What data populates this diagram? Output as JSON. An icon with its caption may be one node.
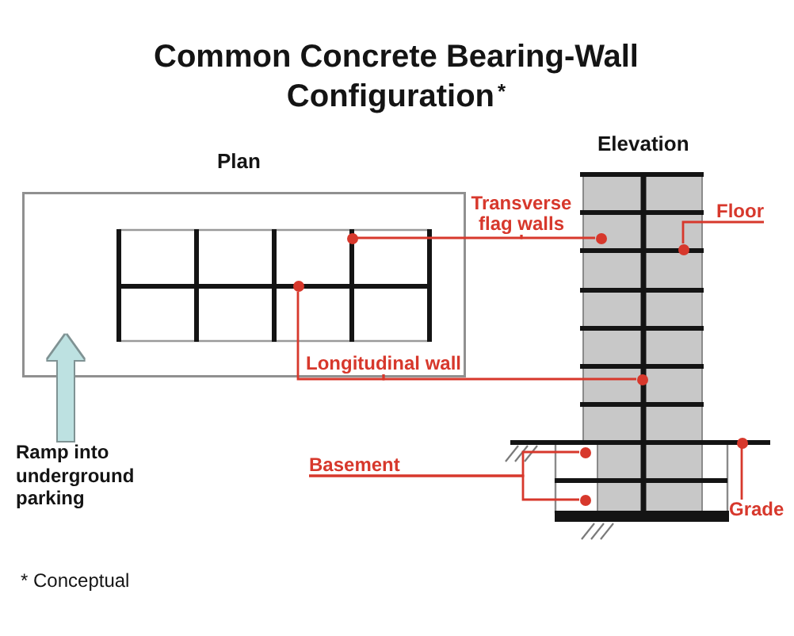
{
  "diagram": {
    "title": "Common Concrete Bearing-Wall Configuration$^{*}$",
    "nodes": [
      {
        "text": [
          "Plan"
        ]
      },
      {
        "text": [],
        "shape": "circle",
        "in": 0
      },
      {
        "text": [],
        "shape": "circle",
        "in": 0
      },
      {
        "text": [
          "Longitudinal wall"
        ],
        "in": 0
      },
      {
        "text": [
          "Transverse flag walls"
        ]
      },
      {
        "text": [
          "Floor"
        ]
      },
      {
        "text": [],
        "shape": "circle"
      },
      {
        "text": [],
        "shape": "circle"
      },
      {
        "text": [],
        "shape": "circle"
      },
      {
        "text": [
          "Basement"
        ]
      },
      {
        "text": [],
        "shape": "circle"
      },
      {
        "text": [],
        "shape": "circle"
      },
      {
        "text": [],
        "shape": "circle"
      },
      {
        "text": [
          "Grade"
        ]
      },
      {
        "text": [
          "Ramp into underground parking"
        ]
      }
    ],
    "edges": [
      {
        "from": 4,
        "to": 1,
        "arrow": "none"
      },
      {
        "from": 4,
        "to": 6,
        "arrow": "none"
      },
      {
        "from": 5,
        "to": 7,
        "arrow": "none"
      },
      {
        "from": 3,
        "to": 2,
        "arrow": "none"
      },
      {
        "from": 3,
        "to": 8,
        "arrow": "none"
      },
      {
        "from": 9,
        "to": 10,
        "arrow": "none"
      },
      {
        "from": 9,
        "to": 11,
        "arrow": "none"
      },
      {
        "from": 13,
        "to": 12,
        "arrow": "none"
      },
      {
        "from": 14,
        "to": 0,
        "arrow": "to",
        "style": "thick",
        "color": "#bde1e1"
      }
    ],
    "labels": [
      "Elevation",
      "* Conceptual"
    ]
  }
}
